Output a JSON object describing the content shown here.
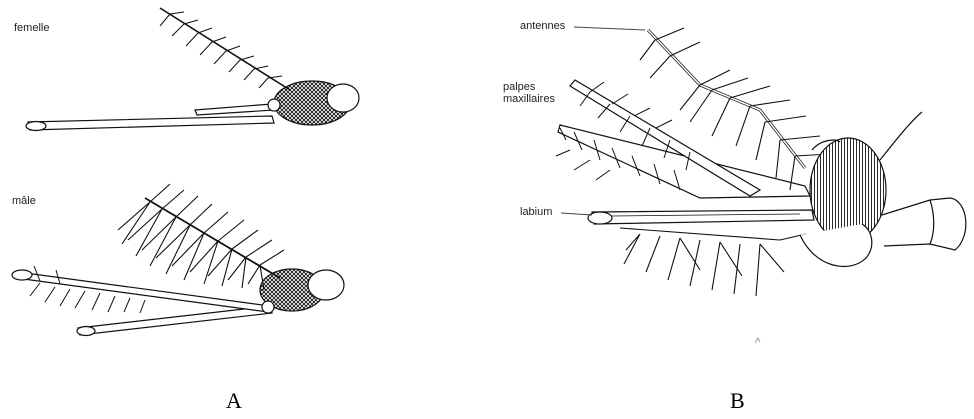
{
  "panel_a": {
    "labels": {
      "female": "femelle",
      "male": "mâle"
    },
    "caption": "A"
  },
  "panel_b": {
    "labels": {
      "antennae": "antennes",
      "palps_line1": "palpes",
      "palps_line2": "maxillaires",
      "labium": "labium"
    },
    "caption": "B"
  }
}
